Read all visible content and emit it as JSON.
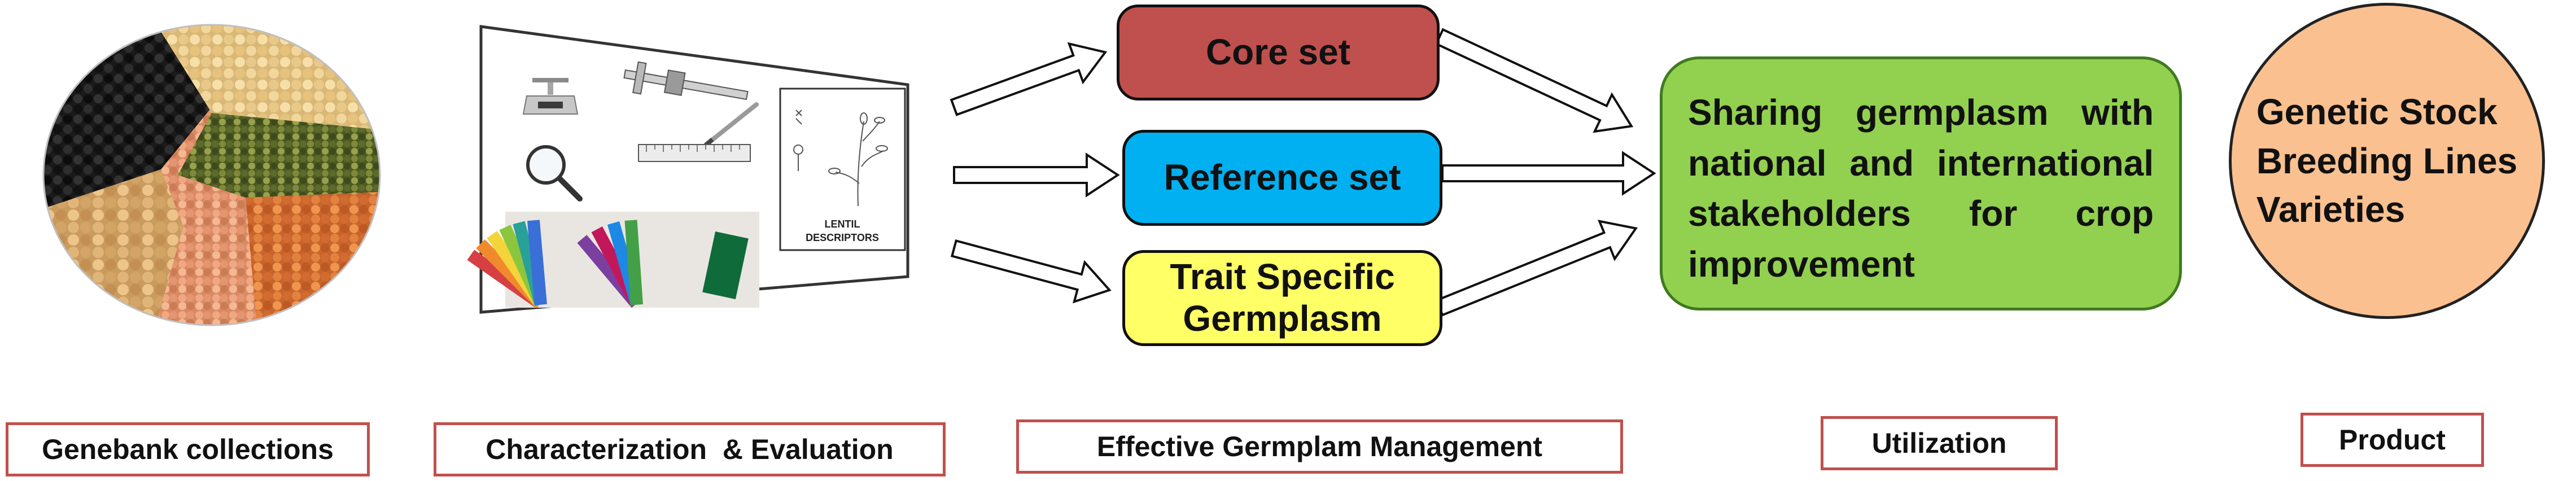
{
  "stages": {
    "genebank": "Genebank collections",
    "characterization": "Characterization  & Evaluation",
    "management": "Effective Germplam Management",
    "utilization": "Utilization",
    "product": "Product"
  },
  "management_sets": {
    "core": "Core set",
    "reference": "Reference set",
    "trait_line1": "Trait Specific",
    "trait_line2": "Germplasm"
  },
  "utilization_text": "Sharing germplasm with national and international stakeholders for crop improvement",
  "product_lines": [
    "Genetic Stock",
    "Breeding Lines",
    "Varieties"
  ],
  "descriptor_card": {
    "line1": "LENTIL",
    "line2": "DESCRIPTORS"
  },
  "colors": {
    "label_border": "#c0504d",
    "core_set": "#c0504d",
    "reference_set": "#00b0f0",
    "trait_specific": "#ffff66",
    "utilization": "#92d050",
    "product": "#fac090"
  },
  "icons": [
    "seed-collection-image",
    "balance-scale-icon",
    "caliper-icon",
    "magnifier-icon",
    "ruler-icon",
    "pen-icon",
    "color-fan-chart-icon",
    "lentil-plant-icon"
  ]
}
